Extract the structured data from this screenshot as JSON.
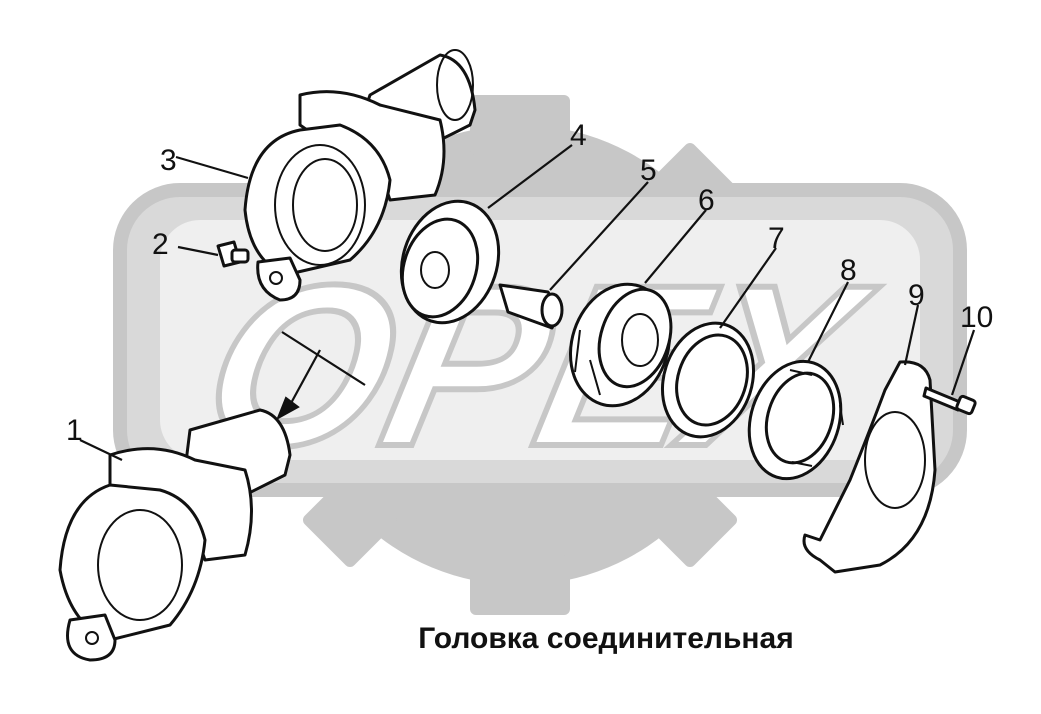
{
  "caption": "Головка соединительная",
  "watermark": "OPEX",
  "callouts": [
    "1",
    "2",
    "3",
    "4",
    "5",
    "6",
    "7",
    "8",
    "9",
    "10"
  ],
  "colors": {
    "line": "#111111",
    "background": "#ffffff",
    "watermark": "#c7c7c7",
    "watermark_light": "#e4e4e4"
  }
}
